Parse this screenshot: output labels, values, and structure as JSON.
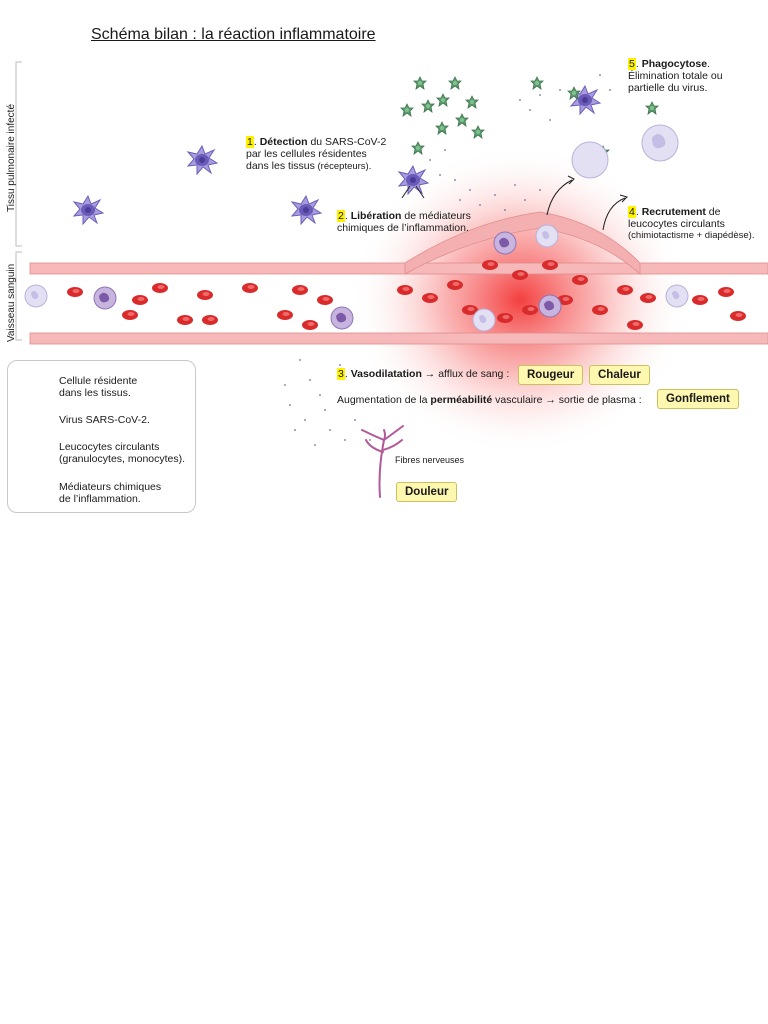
{
  "title": "Schéma bilan : la réaction inflammatoire",
  "side_labels": {
    "tissue": "Tissu pulmonaire infecté",
    "vessel": "Vaisseau sanguin"
  },
  "steps": {
    "s1": {
      "num": "1",
      "bold": "Détection",
      "rest1": " du SARS-CoV-2",
      "line2": "par les cellules résidentes",
      "line3a": "dans les tissus",
      "line3b": " (récepteurs)."
    },
    "s2": {
      "num": "2",
      "bold": "Libération",
      "rest1": " de médiateurs",
      "line2": "chimiques de l’inflammation."
    },
    "s3": {
      "num": "3",
      "bold": "Vasodilatation",
      "rest1": " → afflux de sang :",
      "line2a": "Augmentation de la ",
      "line2b": "perméabilité",
      "line2c": " vasculaire → sortie de plasma :"
    },
    "s4": {
      "num": "4",
      "bold": "Recrutement",
      "rest1": " de",
      "line2": "leucocytes circulants",
      "line3": "(chimiotactisme + diapédèse)."
    },
    "s5": {
      "num": "5",
      "bold": "Phagocytose",
      "rest1": ".",
      "line2": "Élimination totale ou",
      "line3": "partielle du virus."
    }
  },
  "badges": {
    "rougeur": "Rougeur",
    "chaleur": "Chaleur",
    "gonflement": "Gonflement",
    "douleur": "Douleur"
  },
  "nerve_label": "Fibres nerveuses",
  "legend": {
    "resident_line1": "Cellule résidente",
    "resident_line2": "dans les tissus.",
    "virus": "Virus SARS-CoV-2.",
    "leuco_line1": "Leucocytes circulants",
    "leuco_line2": "(granulocytes, monocytes).",
    "mediators_line1": "Médiateurs chimiques",
    "mediators_line2": "de l’inflammation."
  },
  "colors": {
    "inflammation": "#f03030",
    "vessel_wall": "#f2a7a7",
    "red_cell": "#d92b2b",
    "resident_cell": "#8c7fd0",
    "virus": "#5a9a6a",
    "leukocyte": "#d9d4ee",
    "nerve": "#b05a9a",
    "badge_bg": "#fdf7b0",
    "highlight": "#fff200"
  }
}
